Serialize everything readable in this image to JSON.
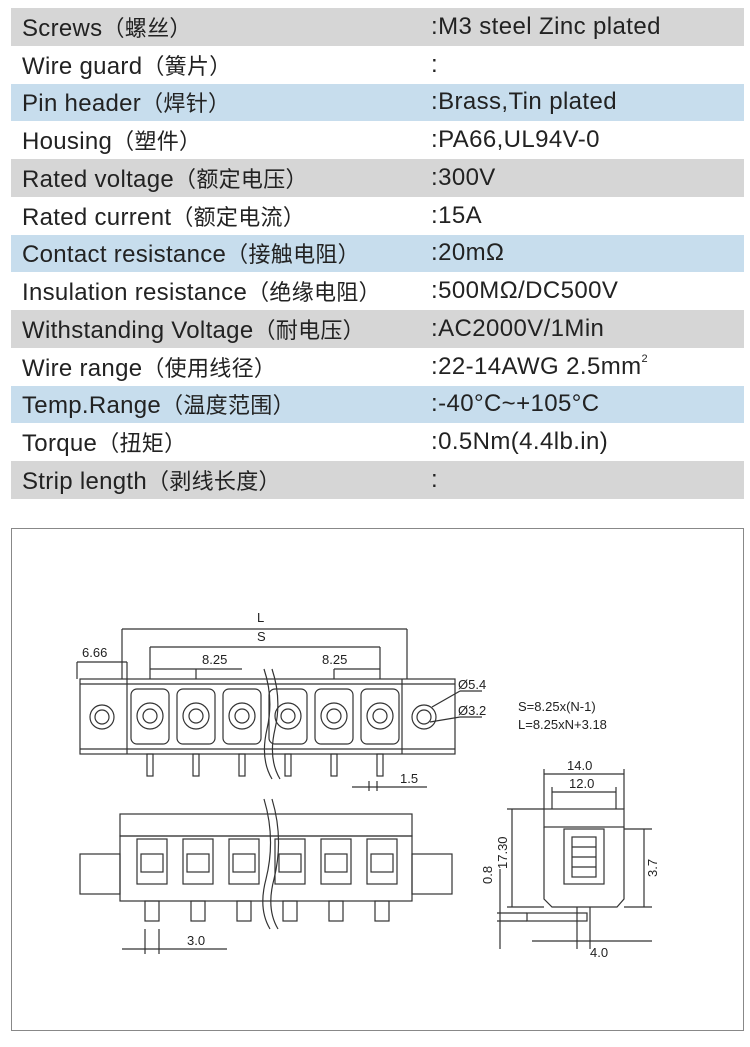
{
  "specs": [
    {
      "label": "Screws",
      "label_zh": "（螺丝）",
      "value": ":M3 steel Zinc plated",
      "bg": "gray"
    },
    {
      "label": "Wire guard",
      "label_zh": "（簧片）",
      "value": ":",
      "bg": "white"
    },
    {
      "label": "Pin header",
      "label_zh": "（焊针）",
      "value": ":Brass,Tin plated",
      "bg": "blue"
    },
    {
      "label": "Housing",
      "label_zh": "（塑件）",
      "value": ":PA66,UL94V-0",
      "bg": "white"
    },
    {
      "label": "Rated voltage",
      "label_zh": "（额定电压）",
      "value": ":300V",
      "bg": "gray"
    },
    {
      "label": "Rated current",
      "label_zh": "（额定电流）",
      "value": ":15A",
      "bg": "white"
    },
    {
      "label": "Contact resistance",
      "label_zh": "（接触电阻）",
      "value": ":20mΩ",
      "bg": "blue"
    },
    {
      "label": "Insulation resistance",
      "label_zh": "（绝缘电阻）",
      "value": ":500MΩ/DC500V",
      "bg": "white"
    },
    {
      "label": "Withstanding Voltage",
      "label_zh": "（耐电压）",
      "value": ":AC2000V/1Min",
      "bg": "gray"
    },
    {
      "label": "Wire range",
      "label_zh": "（使用线径）",
      "value": ":22-14AWG 2.5mm",
      "value_sup": "2",
      "bg": "white"
    },
    {
      "label": "Temp.Range",
      "label_zh": "（温度范围）",
      "value": ":-40°C~+105°C",
      "bg": "blue"
    },
    {
      "label": "Torque",
      "label_zh": "（扭矩）",
      "value": ":0.5Nm(4.4lb.in)",
      "bg": "white"
    },
    {
      "label": "Strip length",
      "label_zh": "（剥线长度）",
      "value": ":",
      "bg": "gray"
    }
  ],
  "drawing": {
    "dim_L": "L",
    "dim_S": "S",
    "dim_666": "6.66",
    "dim_825_left": "8.25",
    "dim_825_right": "8.25",
    "dim_phi54": "Ø5.4",
    "dim_phi32": "Ø3.2",
    "dim_15": "1.5",
    "dim_30": "3.0",
    "formula_S": "S=8.25x(N-1)",
    "formula_L": "L=8.25xN+3.18",
    "dim_140": "14.0",
    "dim_120": "12.0",
    "dim_1730": "17.30",
    "dim_08": "0.8",
    "dim_37": "3.7",
    "dim_40": "4.0"
  },
  "colors": {
    "row_gray": "#d6d6d6",
    "row_blue": "#c7dded",
    "line": "#333333"
  }
}
